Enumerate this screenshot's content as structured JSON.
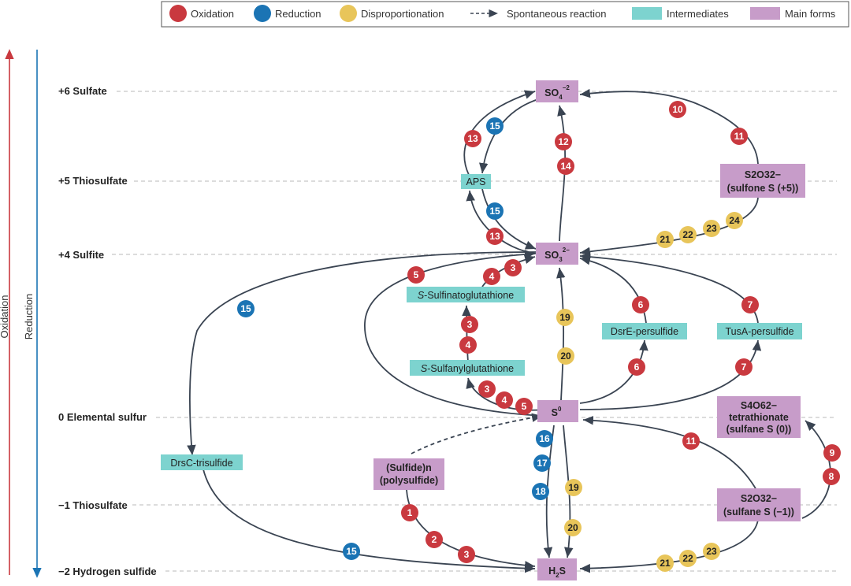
{
  "colors": {
    "oxidation": "#c9393f",
    "reduction": "#1b74b4",
    "disproportionation": "#e8c55a",
    "intermediate": "#7dd3cf",
    "main_form": "#c79cc9",
    "arrow": "#3a4452",
    "oxidation_axis": "#c9393f",
    "reduction_axis": "#1b74b4"
  },
  "legend": {
    "oxidation": "Oxidation",
    "reduction": "Reduction",
    "disproportionation": "Disproportionation",
    "spontaneous": "Spontaneous reaction",
    "intermediates": "Intermediates",
    "main_forms": "Main forms"
  },
  "axes": {
    "oxidation": "Oxidation",
    "reduction": "Reduction"
  },
  "levels": [
    {
      "id": "l6",
      "label": "+6 Sulfate"
    },
    {
      "id": "l5",
      "label": "+5 Thiosulfate"
    },
    {
      "id": "l4",
      "label": "+4 Sulfite"
    },
    {
      "id": "l0",
      "label": "0 Elemental sulfur"
    },
    {
      "id": "lm1",
      "label": "−1 Thiosulfate"
    },
    {
      "id": "lm2",
      "label": "−2 Hydrogen sulfide"
    }
  ],
  "nodes": {
    "so4": {
      "main": "SO",
      "sub": "4",
      "sup": "−2"
    },
    "so3": {
      "main": "SO",
      "sub": "3",
      "sup": "2−"
    },
    "s0": {
      "main": "S",
      "sup": "0"
    },
    "h2s": {
      "main": "H",
      "sub": "2",
      "tail": "S"
    },
    "s2o3_plus": {
      "line1": "S2O32−",
      "line2": "(sulfone S (+5))"
    },
    "s4o6": {
      "line1": "S4O62−",
      "line2": "tetrathionate",
      "line3": "(sulfane S (0))"
    },
    "s2o3_minus": {
      "line1": "S2O32−",
      "line2": "(sulfane S (−1))"
    },
    "polysulfide": {
      "line1": "(Sulfide)n",
      "line2": "(polysulfide)"
    },
    "aps": "APS",
    "sulfinato": {
      "italic": "S",
      "rest": "-Sulfinatoglutathione"
    },
    "sulfanyl": {
      "italic": "S",
      "rest": "-Sulfanylglutathione"
    },
    "dsre": "DsrE-persulfide",
    "tusa": "TusA-persulfide",
    "dsrc": "DrsC-trisulfide"
  },
  "badges": [
    {
      "id": "b10",
      "num": "10",
      "type": "oxidation"
    },
    {
      "id": "b11a",
      "num": "11",
      "type": "oxidation"
    },
    {
      "id": "b13a",
      "num": "13",
      "type": "oxidation"
    },
    {
      "id": "b15a",
      "num": "15",
      "type": "reduction"
    },
    {
      "id": "b12",
      "num": "12",
      "type": "oxidation"
    },
    {
      "id": "b14",
      "num": "14",
      "type": "oxidation"
    },
    {
      "id": "b15b",
      "num": "15",
      "type": "reduction"
    },
    {
      "id": "b13b",
      "num": "13",
      "type": "oxidation"
    },
    {
      "id": "b21a",
      "num": "21",
      "type": "disproportionation"
    },
    {
      "id": "b22a",
      "num": "22",
      "type": "disproportionation"
    },
    {
      "id": "b23a",
      "num": "23",
      "type": "disproportionation"
    },
    {
      "id": "b24",
      "num": "24",
      "type": "disproportionation"
    },
    {
      "id": "b5a",
      "num": "5",
      "type": "oxidation"
    },
    {
      "id": "b4a",
      "num": "4",
      "type": "oxidation"
    },
    {
      "id": "b3a",
      "num": "3",
      "type": "oxidation"
    },
    {
      "id": "b15c",
      "num": "15",
      "type": "reduction"
    },
    {
      "id": "b3b",
      "num": "3",
      "type": "oxidation"
    },
    {
      "id": "b4b",
      "num": "4",
      "type": "oxidation"
    },
    {
      "id": "b19a",
      "num": "19",
      "type": "disproportionation"
    },
    {
      "id": "b20a",
      "num": "20",
      "type": "disproportionation"
    },
    {
      "id": "b6a",
      "num": "6",
      "type": "oxidation"
    },
    {
      "id": "b6b",
      "num": "6",
      "type": "oxidation"
    },
    {
      "id": "b7a",
      "num": "7",
      "type": "oxidation"
    },
    {
      "id": "b7b",
      "num": "7",
      "type": "oxidation"
    },
    {
      "id": "b3c",
      "num": "3",
      "type": "oxidation"
    },
    {
      "id": "b4c",
      "num": "4",
      "type": "oxidation"
    },
    {
      "id": "b5b",
      "num": "5",
      "type": "oxidation"
    },
    {
      "id": "b16",
      "num": "16",
      "type": "reduction"
    },
    {
      "id": "b17",
      "num": "17",
      "type": "reduction"
    },
    {
      "id": "b18",
      "num": "18",
      "type": "reduction"
    },
    {
      "id": "b19b",
      "num": "19",
      "type": "disproportionation"
    },
    {
      "id": "b20b",
      "num": "20",
      "type": "disproportionation"
    },
    {
      "id": "b11b",
      "num": "11",
      "type": "oxidation"
    },
    {
      "id": "b9",
      "num": "9",
      "type": "oxidation"
    },
    {
      "id": "b8",
      "num": "8",
      "type": "oxidation"
    },
    {
      "id": "b1",
      "num": "1",
      "type": "oxidation"
    },
    {
      "id": "b2",
      "num": "2",
      "type": "oxidation"
    },
    {
      "id": "b3d",
      "num": "3",
      "type": "oxidation"
    },
    {
      "id": "b15d",
      "num": "15",
      "type": "reduction"
    },
    {
      "id": "b21b",
      "num": "21",
      "type": "disproportionation"
    },
    {
      "id": "b22b",
      "num": "22",
      "type": "disproportionation"
    },
    {
      "id": "b23b",
      "num": "23",
      "type": "disproportionation"
    }
  ]
}
